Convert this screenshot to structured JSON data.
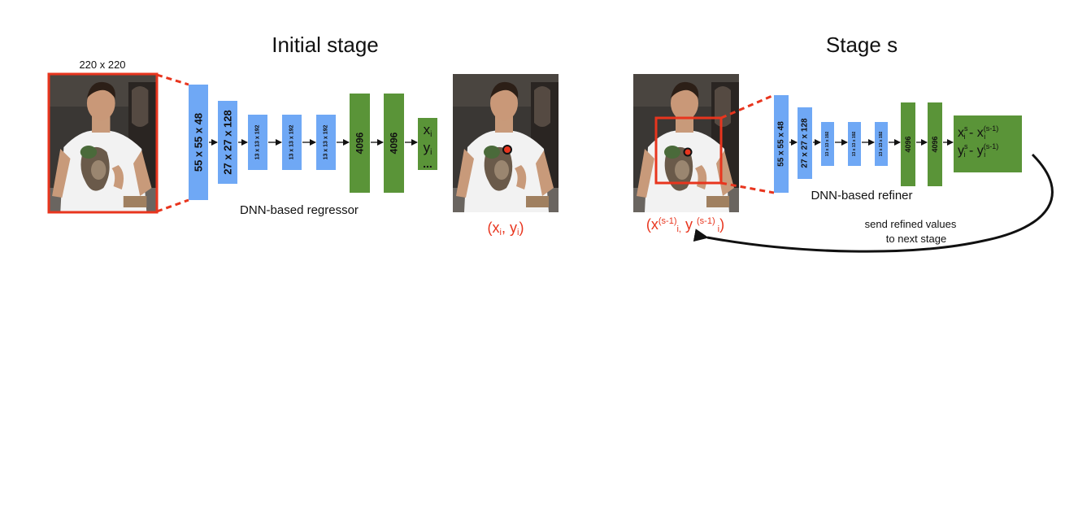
{
  "initial_stage": {
    "title": "Initial stage",
    "input_size_label": "220 x 220",
    "layers": [
      "55 x 55 x 48",
      "27 x 27 x 128",
      "13 x 13 x 192",
      "13 x 13 x 192",
      "13 x 13 x 192",
      "4096",
      "4096"
    ],
    "output_lines": [
      "x",
      "y",
      "..."
    ],
    "output_subscript": "i",
    "network_caption": "DNN-based regressor",
    "result_label": {
      "open": "(x",
      "sub1": "i",
      "mid": ", y",
      "sub2": "i",
      "close": ")"
    }
  },
  "refine_stage": {
    "title": "Stage s",
    "layers": [
      "55 x 55 x 48",
      "27 x 27 x 128",
      "13 x 13 x 192",
      "13 x 13 x 192",
      "13 x 13 x 192",
      "4096",
      "4096"
    ],
    "output_line1": {
      "a": "x",
      "sup_a": "s",
      "sub_a": "i",
      "sep": " - ",
      "b": "x",
      "sup_b": "(s-1)",
      "sub_b": "i"
    },
    "output_line2": {
      "a": "y",
      "sup_a": "s",
      "sub_a": "i",
      "sep": " - ",
      "b": "y",
      "sup_b": "(s-1)",
      "sub_b": "i"
    },
    "network_caption": "DNN-based refiner",
    "input_label": {
      "open": "(x",
      "sup1": "(s-1)",
      "sub1": "i,",
      "mid": " y ",
      "sup2": "(s-1)",
      "sub2": " i",
      "close": ")"
    },
    "feedback_text_line1": "send refined values",
    "feedback_text_line2": "to next stage"
  },
  "colors": {
    "conv_block": "#6fa8f5",
    "fc_block": "#5a9438",
    "highlight": "#e8351e",
    "text": "#111111"
  },
  "icons": {
    "photo": "photo-of-person-holding-ferret",
    "keypoint": "red-dot-keypoint"
  }
}
